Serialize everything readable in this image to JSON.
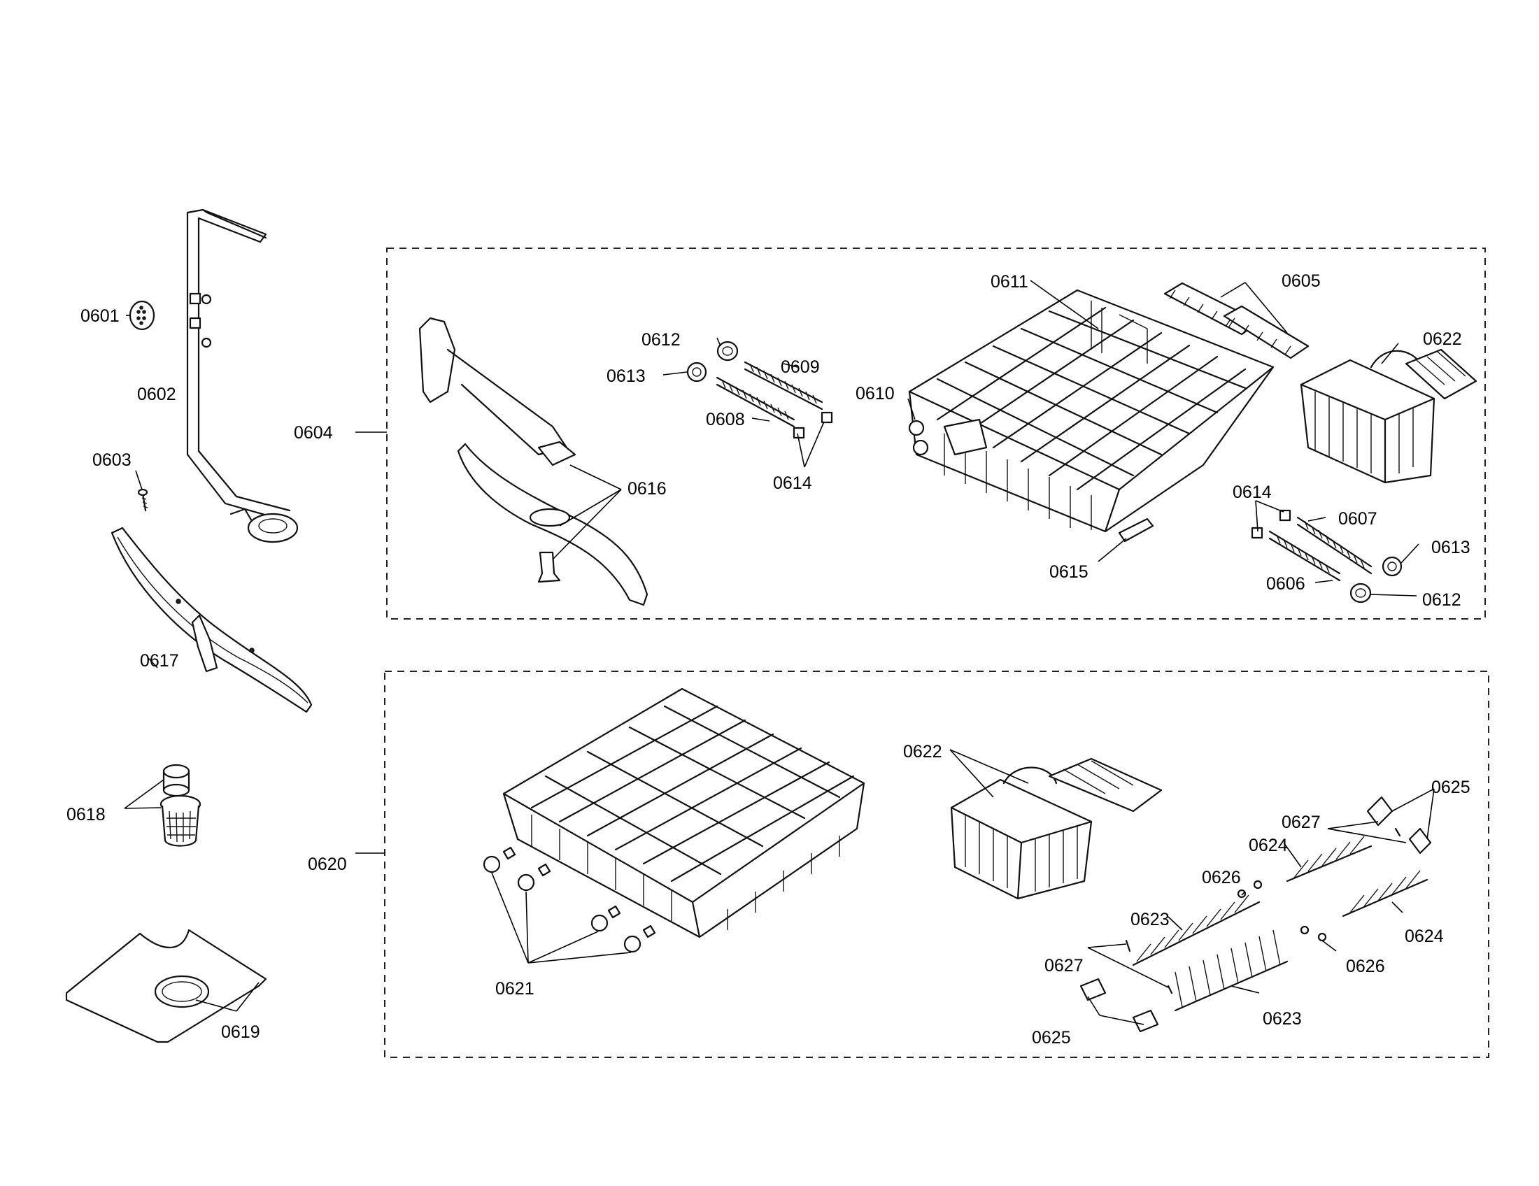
{
  "labels": {
    "p0601": "0601",
    "p0602": "0602",
    "p0603": "0603",
    "p0604": "0604",
    "p0605": "0605",
    "p0606": "0606",
    "p0607": "0607",
    "p0608": "0608",
    "p0609": "0609",
    "p0610": "0610",
    "p0611": "0611",
    "p0612a": "0612",
    "p0612b": "0612",
    "p0613a": "0613",
    "p0613b": "0613",
    "p0614a": "0614",
    "p0614b": "0614",
    "p0615": "0615",
    "p0616": "0616",
    "p0617": "0617",
    "p0618": "0618",
    "p0619": "0619",
    "p0620": "0620",
    "p0621": "0621",
    "p0622a": "0622",
    "p0622b": "0622",
    "p0623a": "0623",
    "p0623b": "0623",
    "p0624a": "0624",
    "p0624b": "0624",
    "p0625a": "0625",
    "p0625b": "0625",
    "p0626a": "0626",
    "p0626b": "0626",
    "p0627a": "0627",
    "p0627b": "0627"
  }
}
